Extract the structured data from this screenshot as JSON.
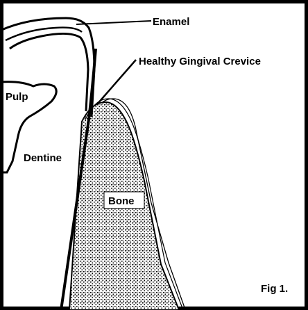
{
  "figure": {
    "labels": {
      "enamel": "Enamel",
      "crevice": "Healthy Gingival Crevice",
      "pulp": "Pulp",
      "dentine": "Dentine",
      "bone": "Bone",
      "fig": "Fig 1."
    },
    "colors": {
      "ink": "#000000",
      "paper": "#ffffff",
      "bone_stipple": "#000000"
    }
  }
}
